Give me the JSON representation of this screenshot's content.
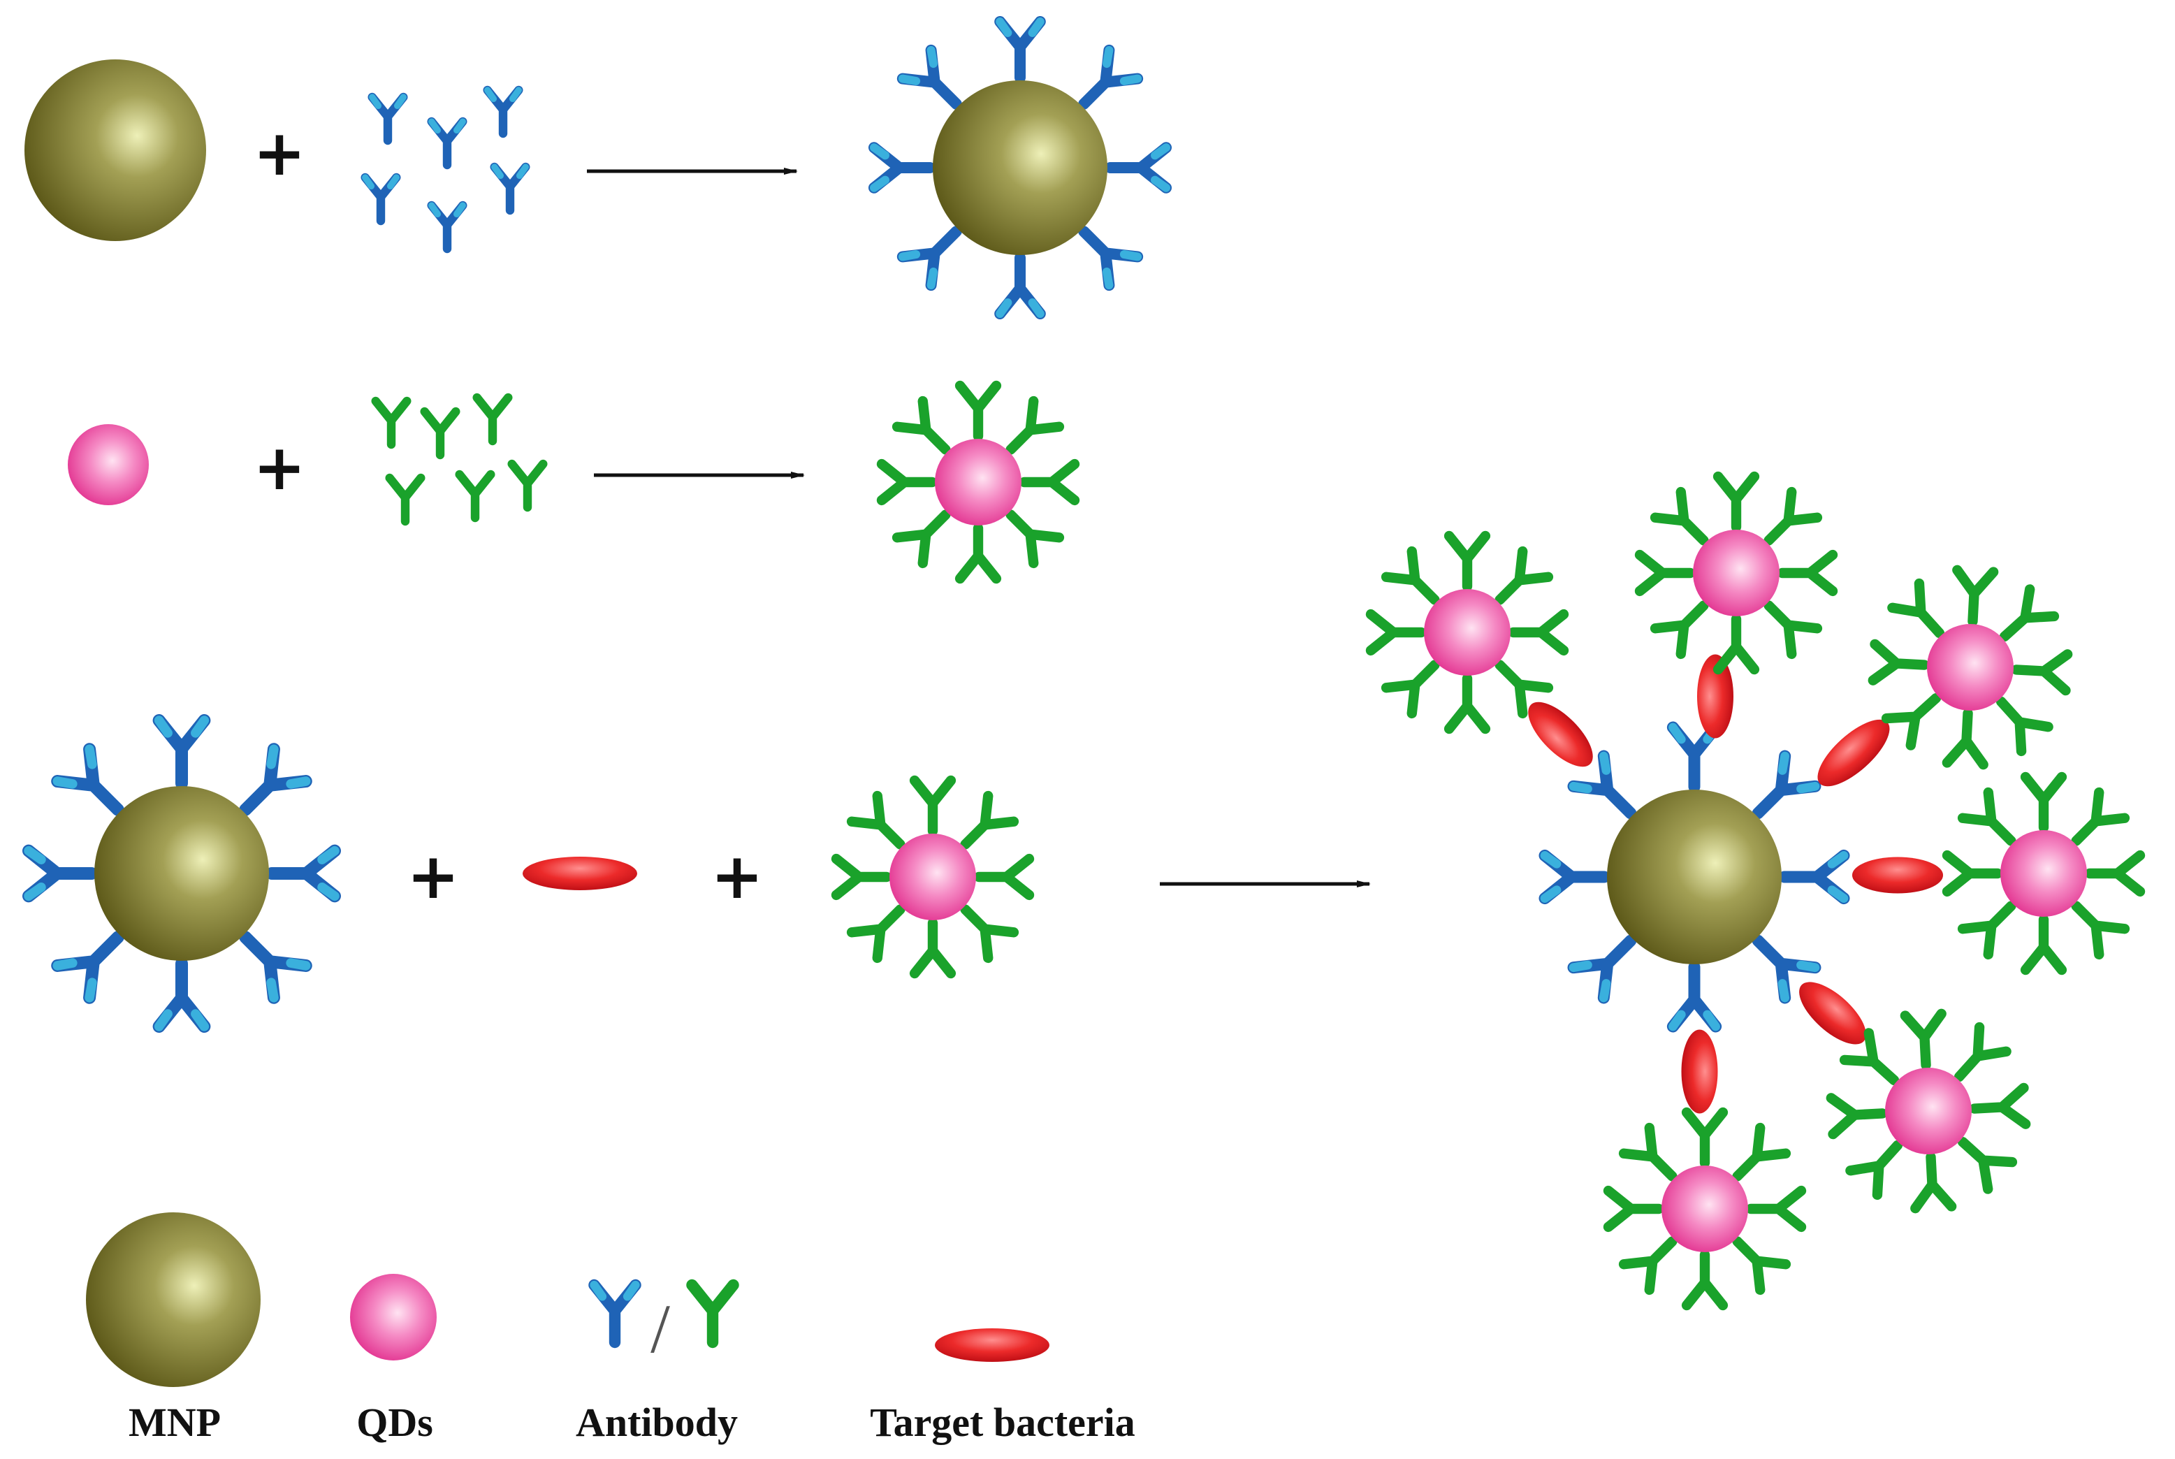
{
  "legend": {
    "mnp_label": "MNP",
    "qds_label": "QDs",
    "antibody_label": "Antibody",
    "bacteria_label": "Target bacteria"
  },
  "symbols": {
    "plus": "+",
    "antibody_separator": "/"
  },
  "colors": {
    "mnp_body": "#6e6a22",
    "mnp_highlight": "#e6eab0",
    "qd_body": "#ea3f9e",
    "qd_highlight": "#ffe0f0",
    "antibody_blue": "#1f63b6",
    "antibody_blue_tip": "#3ab0dd",
    "antibody_green": "#1aa22b",
    "bacteria": "#e0141f",
    "bacteria_highlight": "#ff9a9a",
    "arrow": "#111111"
  },
  "icons": {
    "mnp": "olive-sphere",
    "qd": "pink-sphere",
    "antibody": "y-shape",
    "bacteria": "red-ellipse"
  }
}
